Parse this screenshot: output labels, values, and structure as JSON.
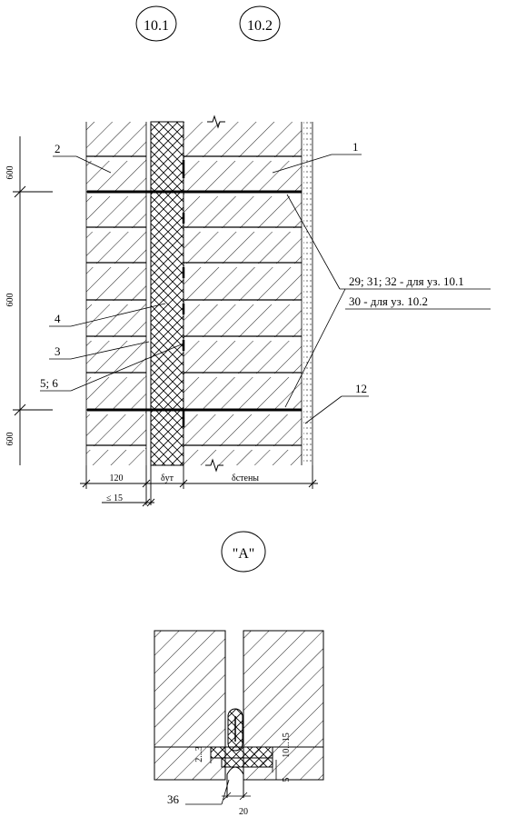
{
  "node_markers": [
    "10.1",
    "10.2"
  ],
  "view_marker": "\"A\"",
  "dimensions": {
    "left_heights": [
      "600",
      "600",
      "600"
    ],
    "widths": {
      "brick": "120",
      "insulation": "δут",
      "wall": "δстены",
      "gap": "≤ 15"
    }
  },
  "callouts": {
    "c1": "1",
    "c2": "2",
    "c3": "3",
    "c4": "4",
    "c5": "5; 6",
    "c12": "12",
    "c29": "29; 31; 32 - для уз. 10.1",
    "c30": "30 - для уз. 10.2"
  },
  "detail_a": {
    "label_gap_small": "2...3",
    "label_gap_large": "10...15",
    "label_depth": "5",
    "label_width": "20",
    "label_item": "36"
  }
}
